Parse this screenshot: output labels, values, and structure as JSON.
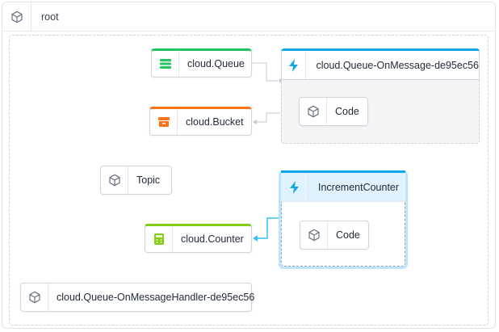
{
  "root": {
    "label": "root",
    "icon": "cube-icon"
  },
  "nodes": {
    "queue": {
      "label": "cloud.Queue",
      "icon": "queue-icon",
      "accent": "#22c55e"
    },
    "bucket": {
      "label": "cloud.Bucket",
      "icon": "bucket-icon",
      "accent": "#f97316"
    },
    "topic": {
      "label": "Topic",
      "icon": "cube-icon"
    },
    "counter": {
      "label": "cloud.Counter",
      "icon": "counter-icon",
      "accent": "#84cc16"
    },
    "handler": {
      "label": "cloud.Queue-OnMessageHandler-de95ec56",
      "icon": "cube-icon"
    }
  },
  "groups": {
    "onmessage": {
      "label": "cloud.Queue-OnMessage-de95ec56",
      "icon": "lightning-icon",
      "child_label": "Code",
      "accent": "#0ea5e9"
    },
    "increment": {
      "label": "IncrementCounter",
      "icon": "lightning-icon",
      "child_label": "Code",
      "accent": "#0ea5e9",
      "selected": true
    }
  }
}
